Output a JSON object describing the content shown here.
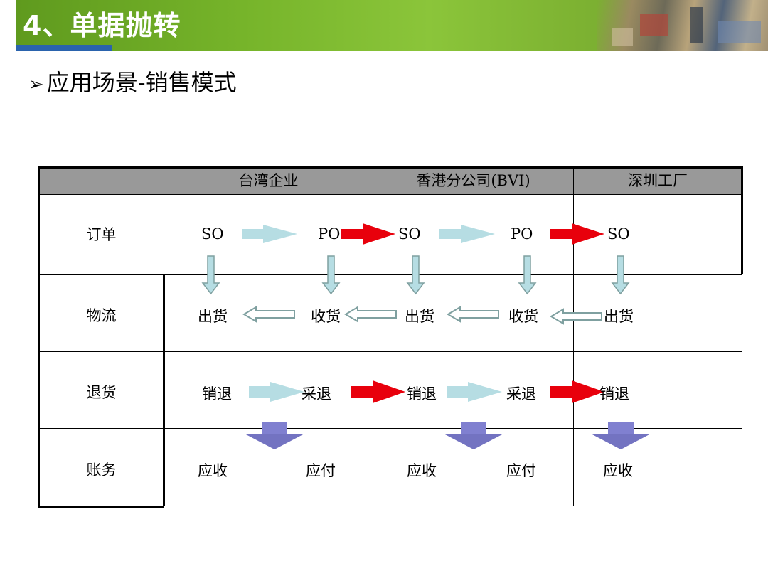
{
  "header": {
    "title": "4、单据抛转",
    "subtitle": "应用场景-销售模式",
    "subtitle_bullet": "➢"
  },
  "table": {
    "columns": [
      "台湾企业",
      "香港分公司(BVI)",
      "深圳工厂"
    ],
    "rows": [
      {
        "label": "订单",
        "items": [
          "SO",
          "PO",
          "SO",
          "PO",
          "SO"
        ]
      },
      {
        "label": "物流",
        "items": [
          "出货",
          "收货",
          "出货",
          "收货",
          "出货"
        ]
      },
      {
        "label": "退货",
        "items": [
          "销退",
          "采退",
          "销退",
          "采退",
          "销退"
        ]
      },
      {
        "label": "账务",
        "items": [
          "应收",
          "应付",
          "应收",
          "应付",
          "应收"
        ]
      }
    ]
  },
  "colors": {
    "header_green": "#76b42a",
    "header_blue_bar": "#2a63ad",
    "table_header_gray": "#999999",
    "arrow_light_cyan": "#b6dde3",
    "arrow_red": "#e8000c",
    "arrow_purple": "#8080d0",
    "arrow_teal_outline": "#7fa0a0"
  }
}
